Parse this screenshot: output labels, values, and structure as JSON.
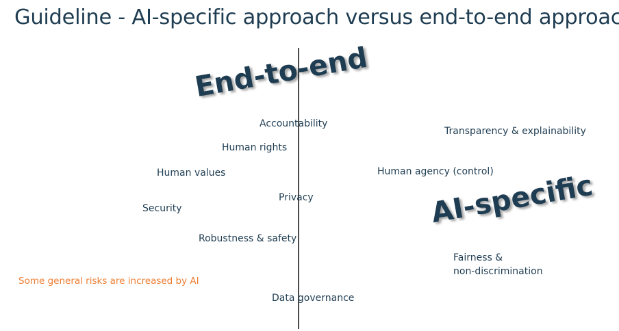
{
  "title": "Guideline - AI-specific approach versus end-to-end approach",
  "labels": {
    "end_to_end": "End-to-end",
    "ai_specific": "AI-specific"
  },
  "items": {
    "accountability": "Accountability",
    "human_rights": "Human rights",
    "human_values": "Human values",
    "privacy": "Privacy",
    "security": "Security",
    "robustness": "Robustness & safety",
    "data_governance": "Data governance",
    "transparency": "Transparency & explainability",
    "human_agency": "Human agency (control)",
    "fairness_line1": "Fairness &",
    "fairness_line2": "non-discrimination"
  },
  "note": "Some general risks are increased by AI",
  "colors": {
    "text": "#1f3d52",
    "note": "#ed7d31",
    "axis": "#4a4a4a"
  }
}
